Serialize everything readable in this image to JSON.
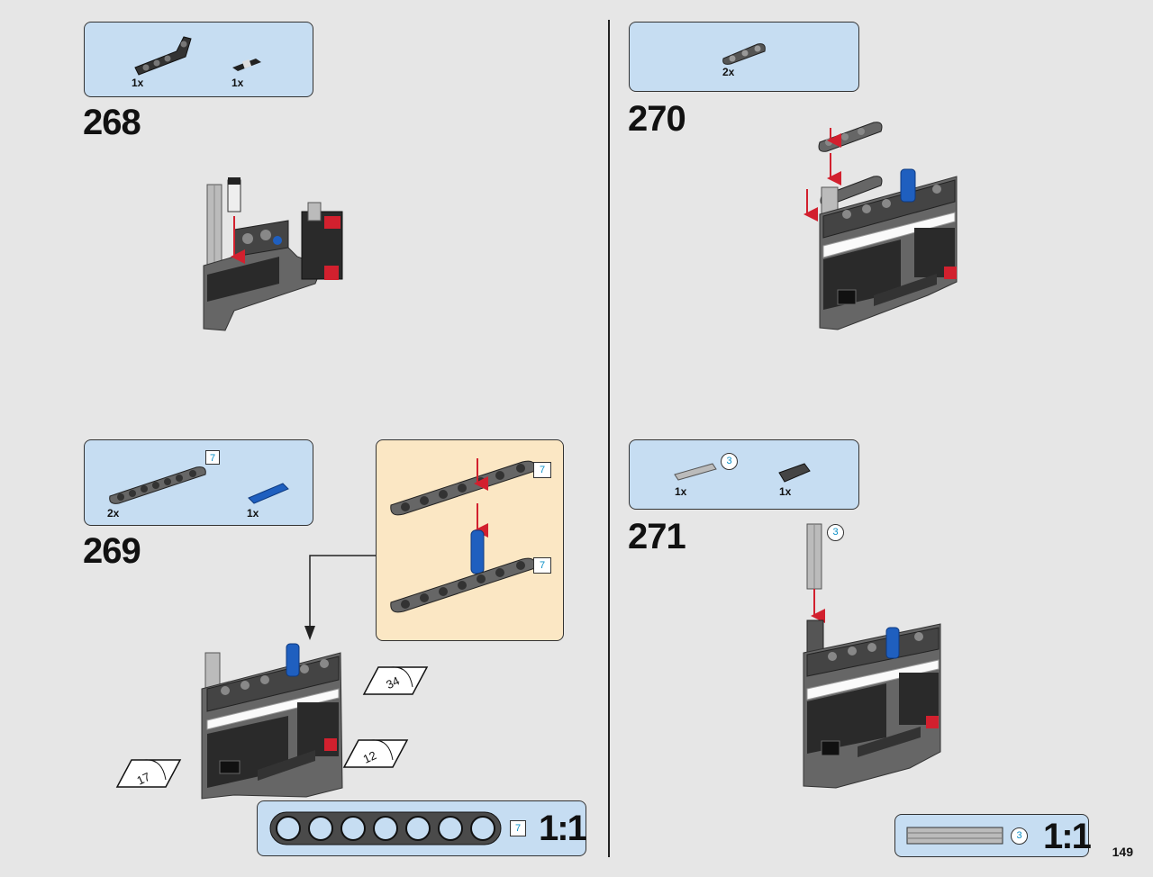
{
  "page_number": "149",
  "steps": [
    {
      "number": "268",
      "parts": [
        {
          "icon": "bent-beam-icon",
          "qty": "1x"
        },
        {
          "icon": "pin-icon",
          "qty": "1x"
        }
      ]
    },
    {
      "number": "269",
      "parts": [
        {
          "icon": "beam-7-icon",
          "qty": "2x",
          "length": "7"
        },
        {
          "icon": "axle-pin-icon",
          "qty": "1x"
        }
      ],
      "callout": {
        "beam_lengths": [
          "7",
          "7"
        ]
      },
      "stickers": [
        "34",
        "12",
        "17"
      ],
      "scale": {
        "length": "7",
        "label": "1:1"
      }
    },
    {
      "number": "270",
      "parts": [
        {
          "icon": "beam-3-icon",
          "qty": "2x"
        }
      ]
    },
    {
      "number": "271",
      "parts": [
        {
          "icon": "axle-3-icon",
          "qty": "1x",
          "length": "3"
        },
        {
          "icon": "bush-icon",
          "qty": "1x"
        }
      ],
      "axle_length": "3",
      "scale": {
        "length": "3",
        "label": "1:1"
      }
    }
  ],
  "colors": {
    "parts_box": "#c6ddf2",
    "callout_box": "#fbe7c4",
    "arrow": "#d2202e",
    "blue_part": "#1f5fbf",
    "gray_part": "#6b6b6b",
    "dark_part": "#2a2a2a"
  }
}
